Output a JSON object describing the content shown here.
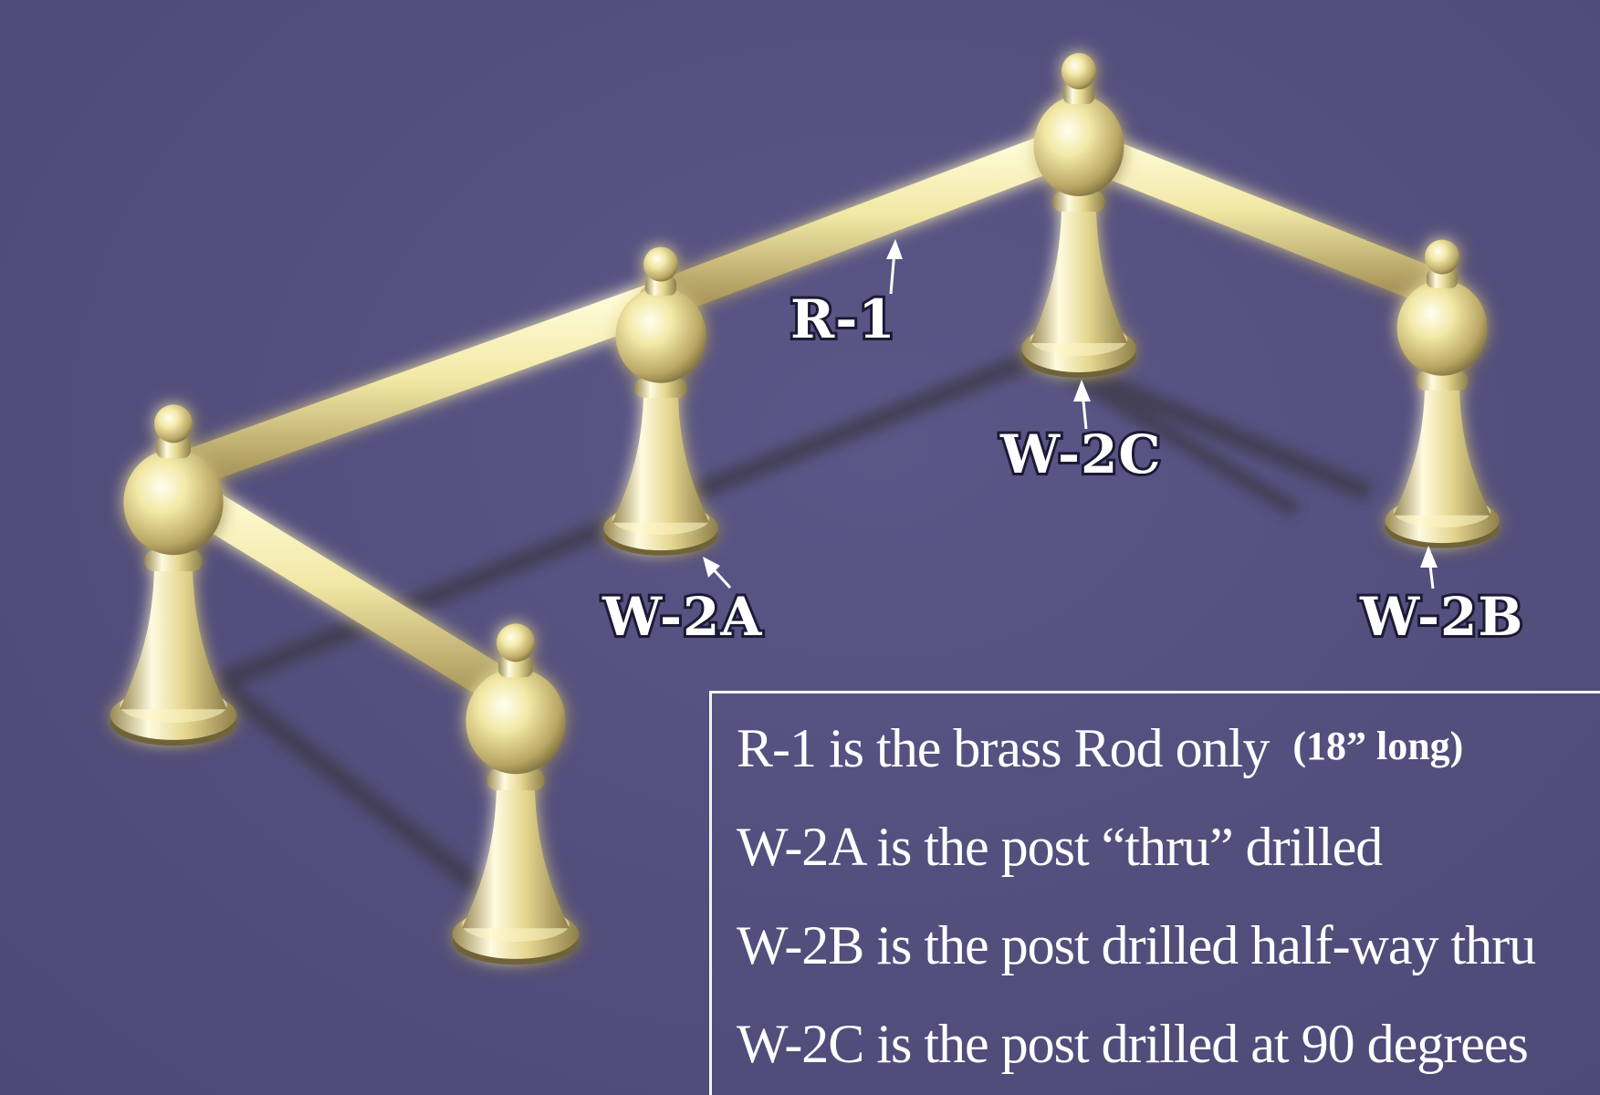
{
  "callouts": {
    "r1": "R-1",
    "w2a": "W-2A",
    "w2c": "W-2C",
    "w2b": "W-2B"
  },
  "legend": {
    "r1_main": "R-1 is the brass Rod only",
    "r1_note": "(18” long)",
    "w2a": "W-2A  is the post “thru” drilled",
    "w2b": "W-2B is the post drilled  half-way thru",
    "w2c": "W-2C is the post drilled at 90 degrees"
  },
  "colors": {
    "background": "#534e7c",
    "brass": "#e9de9a",
    "text": "#ffffff",
    "legend_border": "#f3f3f3"
  }
}
